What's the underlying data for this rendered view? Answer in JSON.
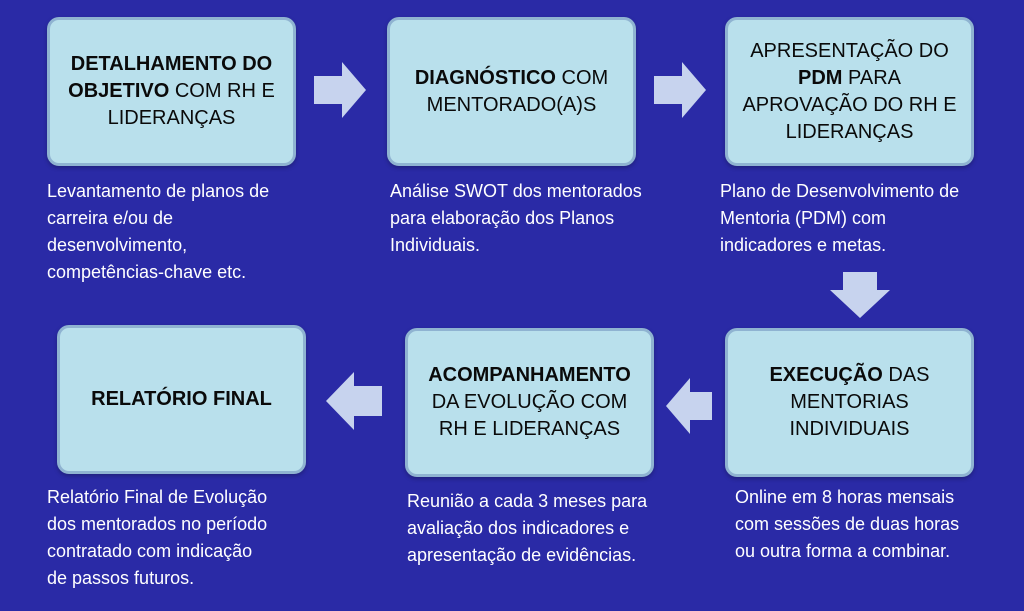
{
  "colors": {
    "background": "#2a2aa6",
    "box_fill": "#b9e0ec",
    "box_border": "#8fb3d1",
    "arrow": "#c7d3ee"
  },
  "steps": [
    {
      "lines": [
        [
          {
            "t": "DETALHAMENTO DO",
            "b": true
          }
        ],
        [
          {
            "t": "OBJETIVO",
            "b": true
          },
          {
            "t": " COM RH E",
            "b": false
          }
        ],
        [
          {
            "t": "LIDERANÇAS",
            "b": false
          }
        ]
      ],
      "desc": [
        "Levantamento de planos de",
        "carreira e/ou de",
        "desenvolvimento,",
        "competências-chave etc."
      ]
    },
    {
      "lines": [
        [
          {
            "t": "DIAGNÓSTICO",
            "b": true
          },
          {
            "t": " COM",
            "b": false
          }
        ],
        [
          {
            "t": "MENTORADO(A)S",
            "b": false
          }
        ]
      ],
      "desc": [
        "Análise SWOT dos mentorados",
        "para elaboração dos Planos",
        "Individuais."
      ]
    },
    {
      "lines": [
        [
          {
            "t": "APRESENTAÇÃO DO",
            "b": false
          }
        ],
        [
          {
            "t": "PDM",
            "b": true
          },
          {
            "t": " PARA",
            "b": false
          }
        ],
        [
          {
            "t": "APROVAÇÃO DO RH E",
            "b": false
          }
        ],
        [
          {
            "t": "LIDERANÇAS",
            "b": false
          }
        ]
      ],
      "desc": [
        "Plano de Desenvolvimento de",
        "Mentoria (PDM) com",
        "indicadores e metas."
      ]
    },
    {
      "lines": [
        [
          {
            "t": "EXECUÇÃO",
            "b": true
          },
          {
            "t": " DAS",
            "b": false
          }
        ],
        [
          {
            "t": "MENTORIAS",
            "b": false
          }
        ],
        [
          {
            "t": "INDIVIDUAIS",
            "b": false
          }
        ]
      ],
      "desc": [
        "Online em 8 horas mensais",
        "com sessões de duas horas",
        "ou outra forma a combinar."
      ]
    },
    {
      "lines": [
        [
          {
            "t": "ACOMPANHAMENTO",
            "b": true
          }
        ],
        [
          {
            "t": "DA EVOLUÇÃO COM",
            "b": false
          }
        ],
        [
          {
            "t": "RH E LIDERANÇAS",
            "b": false
          }
        ]
      ],
      "desc": [
        "Reunião a cada 3 meses para",
        "avaliação dos indicadores e",
        "apresentação de evidências."
      ]
    },
    {
      "lines": [
        [
          {
            "t": "RELATÓRIO FINAL",
            "b": true
          }
        ]
      ],
      "desc": [
        "Relatório Final de Evolução",
        "dos mentorados no período",
        "contratado  com indicação",
        "de passos futuros."
      ]
    }
  ]
}
